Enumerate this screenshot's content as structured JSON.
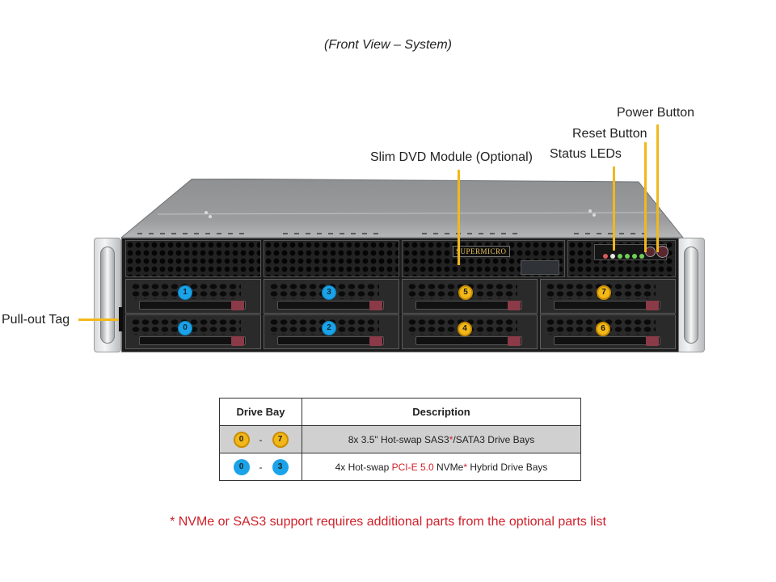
{
  "title": "(Front View – System)",
  "callouts": {
    "power_button": "Power Button",
    "reset_button": "Reset Button",
    "status_leds": "Status LEDs",
    "slim_dvd": "Slim DVD Module (Optional)",
    "pull_out_tag": "Pull-out Tag"
  },
  "chassis": {
    "logo": "SUPERMICRO",
    "bays": [
      {
        "label": "1",
        "type": "nvme-hybrid",
        "color": "#1aa3e8"
      },
      {
        "label": "0",
        "type": "nvme-hybrid",
        "color": "#1aa3e8"
      },
      {
        "label": "3",
        "type": "nvme-hybrid",
        "color": "#1aa3e8"
      },
      {
        "label": "2",
        "type": "nvme-hybrid",
        "color": "#1aa3e8"
      },
      {
        "label": "5",
        "type": "sas-sata",
        "color": "#f2b81a"
      },
      {
        "label": "4",
        "type": "sas-sata",
        "color": "#f2b81a"
      },
      {
        "label": "7",
        "type": "sas-sata",
        "color": "#f2b81a"
      },
      {
        "label": "6",
        "type": "sas-sata",
        "color": "#f2b81a"
      }
    ],
    "callout_line_color": "#f2b81a"
  },
  "table": {
    "headers": [
      "Drive Bay",
      "Description"
    ],
    "rows": [
      {
        "from": "0",
        "to": "7",
        "sep": "-",
        "badge_color": "gold",
        "desc_parts": [
          {
            "text": "8x 3.5\" Hot-swap SAS3",
            "red": false
          },
          {
            "text": "*",
            "red": true
          },
          {
            "text": "/SATA3 Drive Bays",
            "red": false
          }
        ]
      },
      {
        "from": "0",
        "to": "3",
        "sep": "-",
        "badge_color": "blue",
        "desc_parts": [
          {
            "text": "4x Hot-swap ",
            "red": false
          },
          {
            "text": "PCI-E 5.0",
            "red": true
          },
          {
            "text": " NVMe",
            "red": false
          },
          {
            "text": "*",
            "red": true
          },
          {
            "text": " Hybrid Drive Bays",
            "red": false
          }
        ]
      }
    ]
  },
  "footnote": "* NVMe or SAS3 support requires additional parts from the optional parts list",
  "colors": {
    "accent_gold": "#f2b81a",
    "accent_blue": "#1aa3e8",
    "footnote_red": "#d0202a"
  }
}
